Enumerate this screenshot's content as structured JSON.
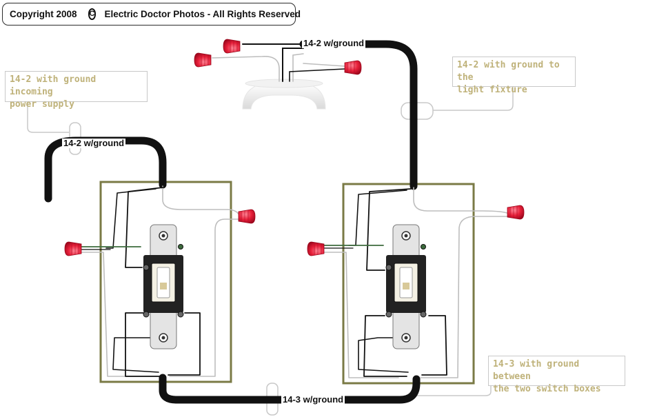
{
  "header": {
    "copyright_year": "Copyright 2008",
    "copyright_symbol": "C",
    "owner": "Electric Doctor Photos - All Rights Reserved"
  },
  "callouts": {
    "incoming": "14-2 with ground incoming\npower supply",
    "fixture": "14-2 with ground to the\nlight fixture",
    "between": "14-3 with ground between\nthe two switch boxes"
  },
  "cables": {
    "fixture_cable": "14-2  w/ground",
    "incoming_cable": "14-2 w/ground",
    "traveler_cable": "14-3 w/ground"
  },
  "colors": {
    "cable": "#111111",
    "box_outline": "#7a7a45",
    "wire_nut": "#e8203a",
    "ground_wire": "#3d6b3d",
    "callout_text": "#bfb27a",
    "white_wire": "#bdbdbd"
  }
}
